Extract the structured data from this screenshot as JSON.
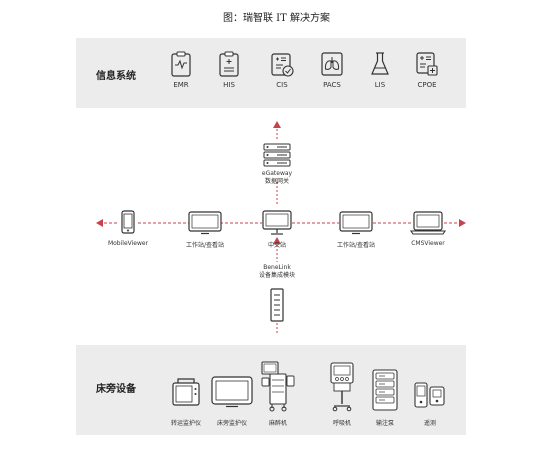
{
  "caption": "图：瑞智联 IT 解决方案",
  "info_systems": {
    "label": "信息系统",
    "items": [
      {
        "label": "EMR",
        "icon": "emr-clipboard-icon"
      },
      {
        "label": "HIS",
        "icon": "his-clipboard-icon"
      },
      {
        "label": "CIS",
        "icon": "cis-form-check-icon"
      },
      {
        "label": "PACS",
        "icon": "pacs-lungs-icon"
      },
      {
        "label": "LIS",
        "icon": "lis-flask-icon"
      },
      {
        "label": "CPOE",
        "icon": "cpoe-order-icon"
      }
    ]
  },
  "gateway": {
    "line1": "eGateway",
    "line2": "数据网关"
  },
  "network": {
    "mobile": "MobileViewer",
    "workstation_left": "工作站/查看站",
    "central": "中央站",
    "workstation_right": "工作站/查看站",
    "cms": "CMSViewer"
  },
  "benelink": {
    "line1": "BeneLink",
    "line2": "设备集成模块"
  },
  "bedside": {
    "label": "床旁设备",
    "items": [
      {
        "label": "转运监护仪"
      },
      {
        "label": "床旁监护仪"
      },
      {
        "label": "麻醉机"
      },
      {
        "label": "呼吸机"
      },
      {
        "label": "输注泵"
      },
      {
        "label": "遥测"
      }
    ]
  },
  "colors": {
    "accent_red": "#c8414b",
    "band_gray": "#ececec",
    "icon_stroke": "#333333"
  }
}
